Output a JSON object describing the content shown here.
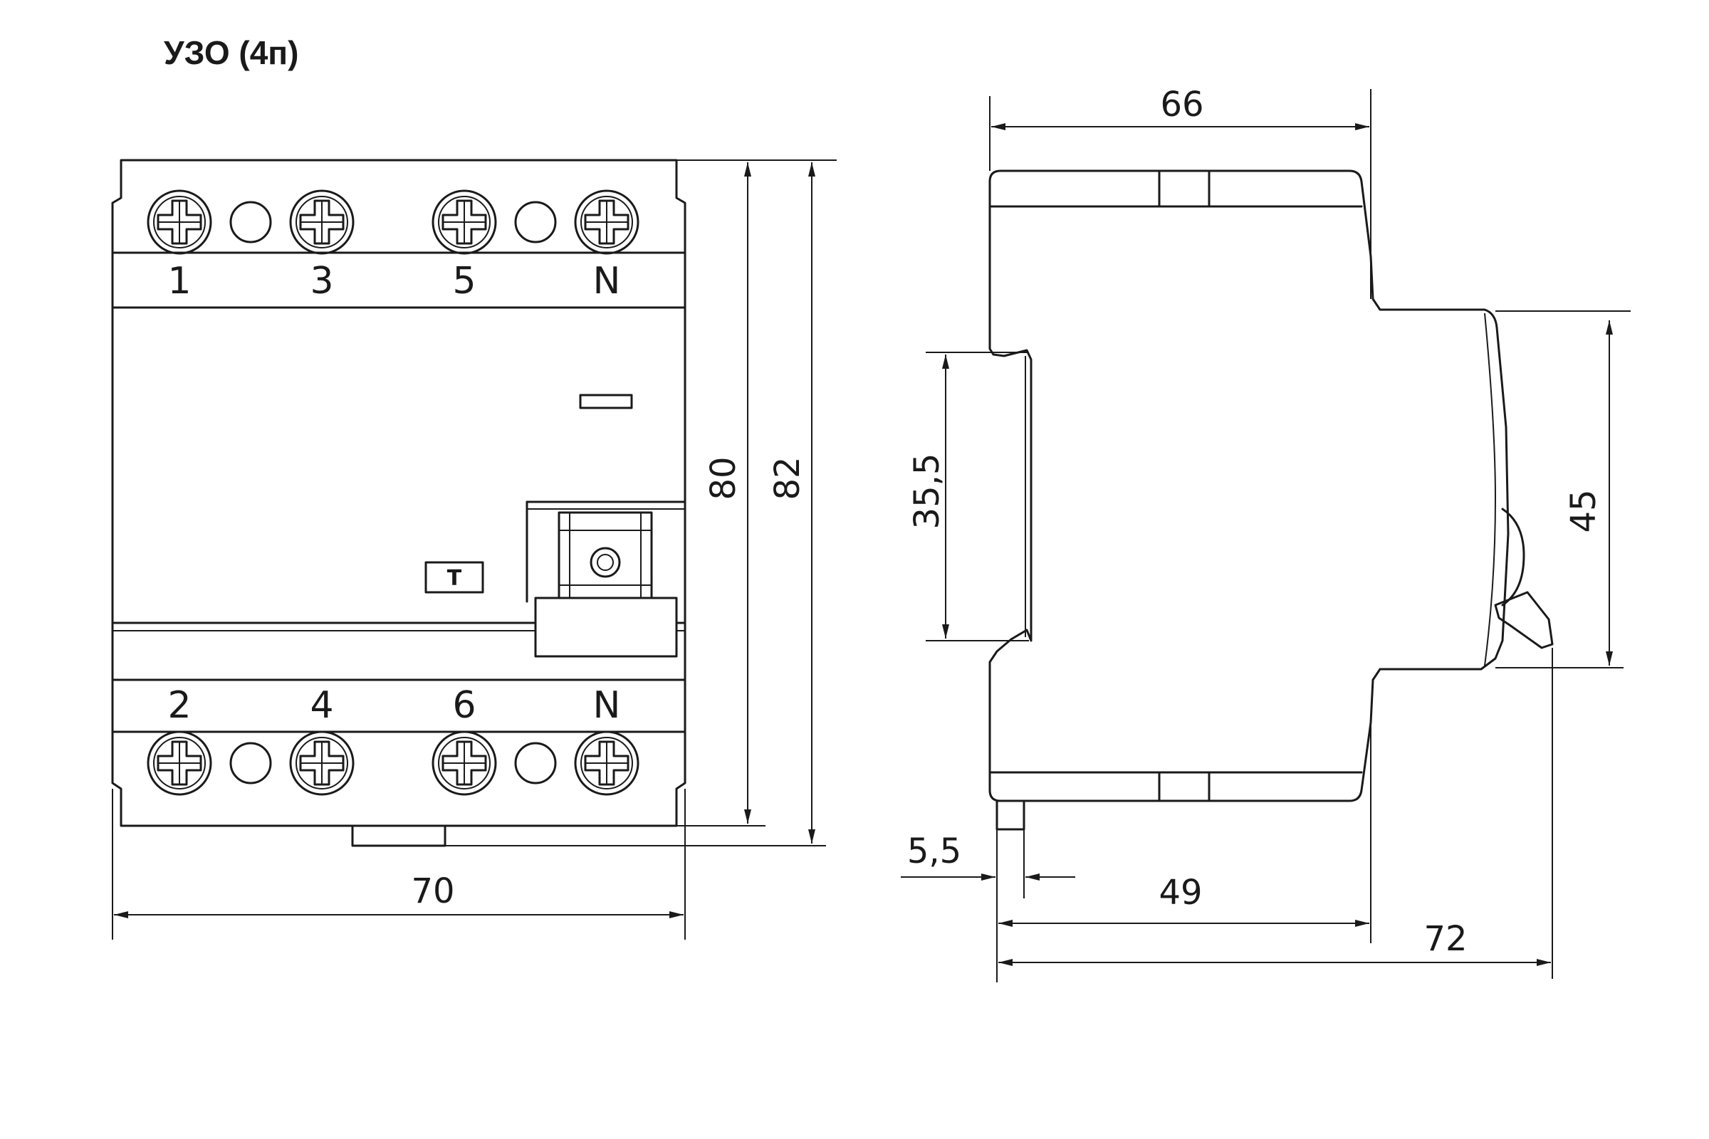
{
  "title": "УЗО (4п)",
  "front_view": {
    "top_terminals": [
      "1",
      "3",
      "5",
      "N"
    ],
    "bottom_terminals": [
      "2",
      "4",
      "6",
      "N"
    ],
    "test_button": "T",
    "dimensions": {
      "width": "70",
      "height_body": "80",
      "height_total": "82"
    }
  },
  "side_view": {
    "dimensions": {
      "top_width": "66",
      "rail": "35,5",
      "front": "45",
      "clip": "5,5",
      "body_depth": "49",
      "total_depth": "72"
    }
  }
}
